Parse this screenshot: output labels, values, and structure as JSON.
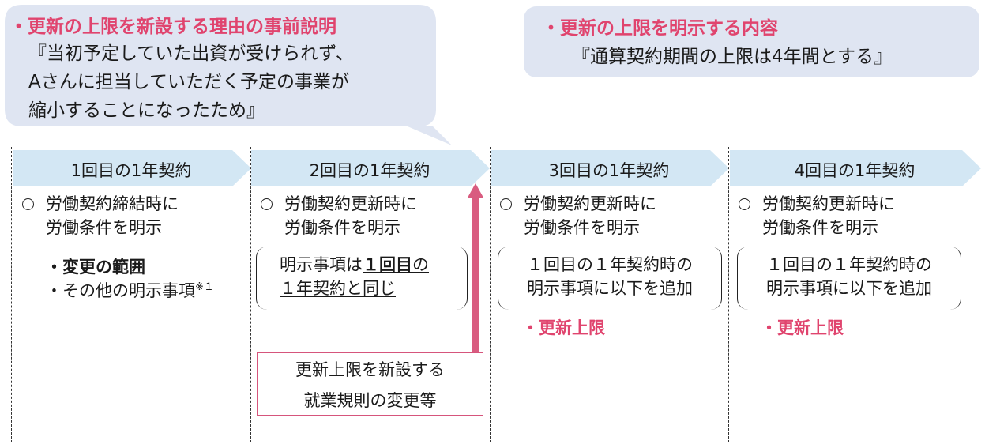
{
  "reason_callout": {
    "title": "・更新の上限を新設する理由の事前説明",
    "lines": [
      "『当初予定していた出資が受けられず、",
      "Aさんに担当していただく予定の事業が",
      "縮小することになったため』"
    ]
  },
  "limit_callout": {
    "title": "・更新の上限を明示する内容",
    "line": "『通算契約期間の上限は4年間とする』"
  },
  "contracts": [
    {
      "label": "1回目の1年契約",
      "condition_lines": [
        "労働契約締結時に",
        "労働条件を明示"
      ],
      "bullets": [
        "・変更の範囲",
        "・その他の明示事項"
      ],
      "footnote": "※１"
    },
    {
      "label": "2回目の1年契約",
      "condition_lines": [
        "労働契約更新時に",
        "労働条件を明示"
      ],
      "box_line1_pre": "明示事項は",
      "box_line1_em": "１回目",
      "box_line1_post": "の",
      "box_line2": "１年契約と同じ"
    },
    {
      "label": "3回目の1年契約",
      "condition_lines": [
        "労働契約更新時に",
        "労働条件を明示"
      ],
      "box_lines": [
        "１回目の１年契約時の",
        "明示事項に以下を追加"
      ],
      "added_item": "・更新上限"
    },
    {
      "label": "4回目の1年契約",
      "condition_lines": [
        "労働契約更新時に",
        "労働条件を明示"
      ],
      "box_lines": [
        "１回目の１年契約時の",
        "明示事項に以下を追加"
      ],
      "added_item": "・更新上限"
    }
  ],
  "rule_change_box": {
    "lines": [
      "更新上限を新設する",
      "就業規則の変更等"
    ]
  },
  "colors": {
    "accent_pink": "#e0446e",
    "bubble_fill": "#dfe5f2",
    "arrow_fill": "#d3e7f4"
  }
}
